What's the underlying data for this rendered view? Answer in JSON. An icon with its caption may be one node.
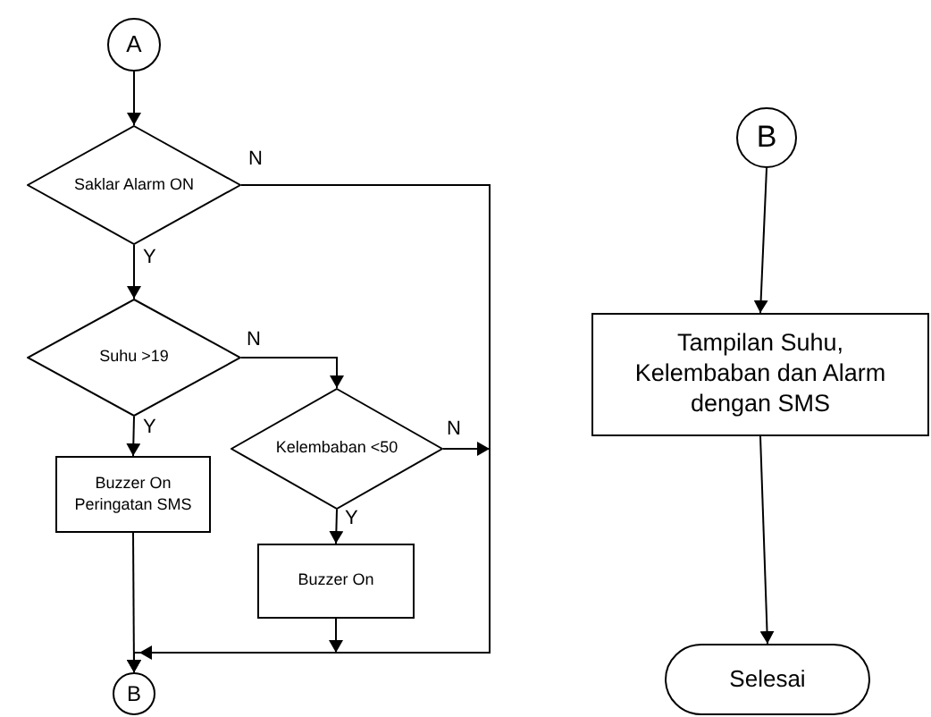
{
  "diagram": {
    "nodes": [
      {
        "text": [
          "A"
        ]
      },
      {
        "text": [
          "Saklar Alarm ON"
        ]
      },
      {
        "text": [
          "Suhu >19"
        ]
      },
      {
        "text": [
          "Buzzer On Peringatan SMS"
        ]
      },
      {
        "text": [
          "Kelembaban <50"
        ]
      },
      {
        "text": [
          "Buzzer On"
        ]
      },
      {
        "text": [
          "B"
        ]
      },
      {
        "text": [
          "B"
        ]
      },
      {
        "text": [
          "Tampilan Suhu, Kelembaban dan Alarm dengan SMS"
        ]
      },
      {
        "text": [
          "Selesai"
        ]
      }
    ],
    "edges": [
      {
        "from": 0,
        "to": 1,
        "arrow": "to"
      },
      {
        "from": 1,
        "to": 2,
        "arrow": "to",
        "label": "Y"
      },
      {
        "from": 1,
        "to": 6,
        "arrow": "to",
        "label": "N"
      },
      {
        "from": 2,
        "to": 3,
        "arrow": "to",
        "label": "Y"
      },
      {
        "from": 2,
        "to": 4,
        "arrow": "to",
        "label": "N"
      },
      {
        "from": 4,
        "to": 6,
        "arrow": "to",
        "label": "N"
      },
      {
        "from": 4,
        "to": 5,
        "arrow": "to",
        "label": "Y"
      },
      {
        "from": 5,
        "to": 6,
        "arrow": "to"
      },
      {
        "from": 3,
        "to": 6,
        "arrow": "to"
      },
      {
        "from": 7,
        "to": 8,
        "arrow": "to"
      },
      {
        "from": 8,
        "to": 9,
        "arrow": "to"
      }
    ]
  }
}
